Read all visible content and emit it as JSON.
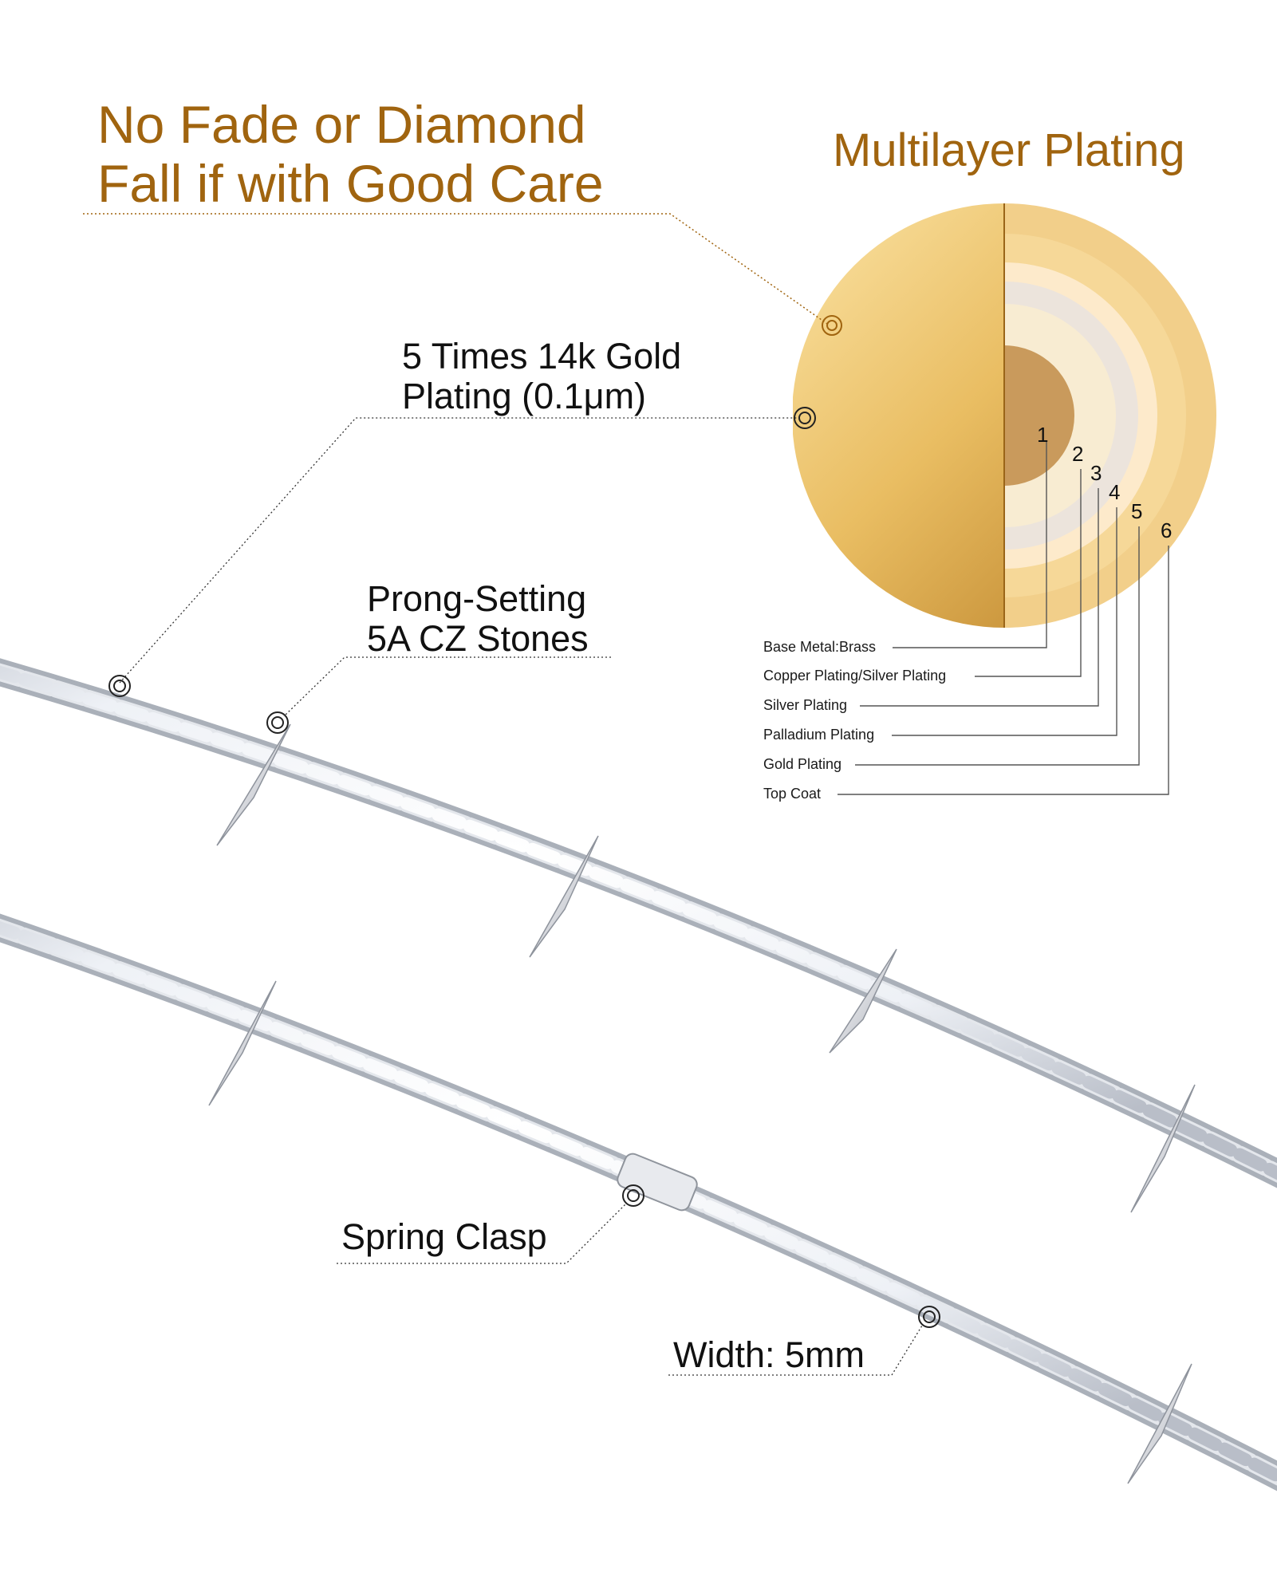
{
  "headline": {
    "line1": "No Fade or Diamond",
    "line2": "Fall if with Good Care"
  },
  "plating": {
    "title": "Multilayer Plating",
    "layers": [
      {
        "number": "1",
        "label": "Base Metal:Brass"
      },
      {
        "number": "2",
        "label": "Copper Plating/Silver Plating"
      },
      {
        "number": "3",
        "label": "Silver Plating"
      },
      {
        "number": "4",
        "label": "Palladium Plating"
      },
      {
        "number": "5",
        "label": "Gold Plating"
      },
      {
        "number": "6",
        "label": "Top Coat"
      }
    ]
  },
  "callouts": {
    "gold": {
      "line1": "5 Times 14k Gold",
      "line2": "Plating (0.1μm)"
    },
    "prong": {
      "line1": "Prong-Setting",
      "line2": "5A CZ Stones"
    },
    "clasp": "Spring Clasp",
    "width": "Width: 5mm"
  },
  "colors": {
    "accent": "#a0640f",
    "gold_light": "#f7d48a",
    "gold_dark": "#c98e2e",
    "brass_core": "#c99a5c",
    "silver_metal": "#d9dbe0",
    "stone": "#f4f6fa"
  }
}
